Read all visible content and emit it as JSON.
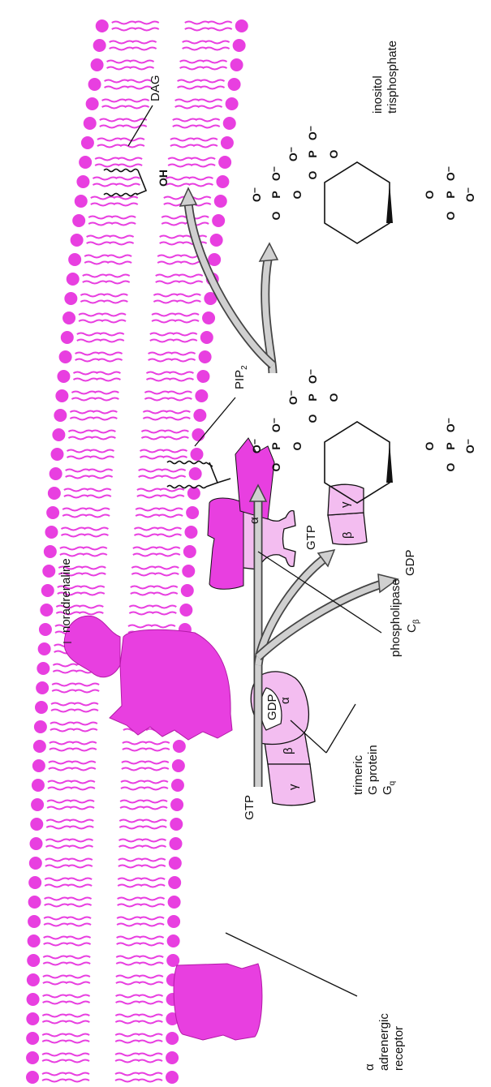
{
  "colors": {
    "membrane": "#e83fe0",
    "protein_dark": "#e83fe0",
    "protein_light": "#f3bdf0",
    "protein_outline": "#b21aa6",
    "arrow_fill": "#d0d0d0",
    "arrow_stroke": "#444444",
    "ink": "#111111"
  },
  "labels": {
    "noradrenaline": "noradrenaline",
    "receptor": [
      "α",
      "adrenergic",
      "receptor"
    ],
    "g_protein": [
      "trimeric",
      "G protein",
      "G"
    ],
    "g_protein_sub": "q",
    "phospholipase": "phospholipase",
    "phospholipase_c": "C",
    "phospholipase_sub": "β",
    "pip2": "PIP",
    "pip2_sub": "2",
    "dag": "DAG",
    "ip3": [
      "inositol",
      "trisphosphate"
    ],
    "gtp_in": "GTP",
    "gdp_out": "GDP",
    "gtp_bound": "GTP",
    "gdp_bound": "GDP",
    "alpha": "α",
    "beta": "β",
    "gamma": "γ",
    "oh": "OH"
  },
  "atoms": {
    "O": "O",
    "P": "P",
    "O_minus": "O⁻",
    "minus_O": "⁻O"
  },
  "icons": [
    "membrane-bilayer",
    "receptor-protein",
    "ligand",
    "g-protein-trimer",
    "enzyme",
    "reaction-arrow",
    "inositol-ring"
  ]
}
